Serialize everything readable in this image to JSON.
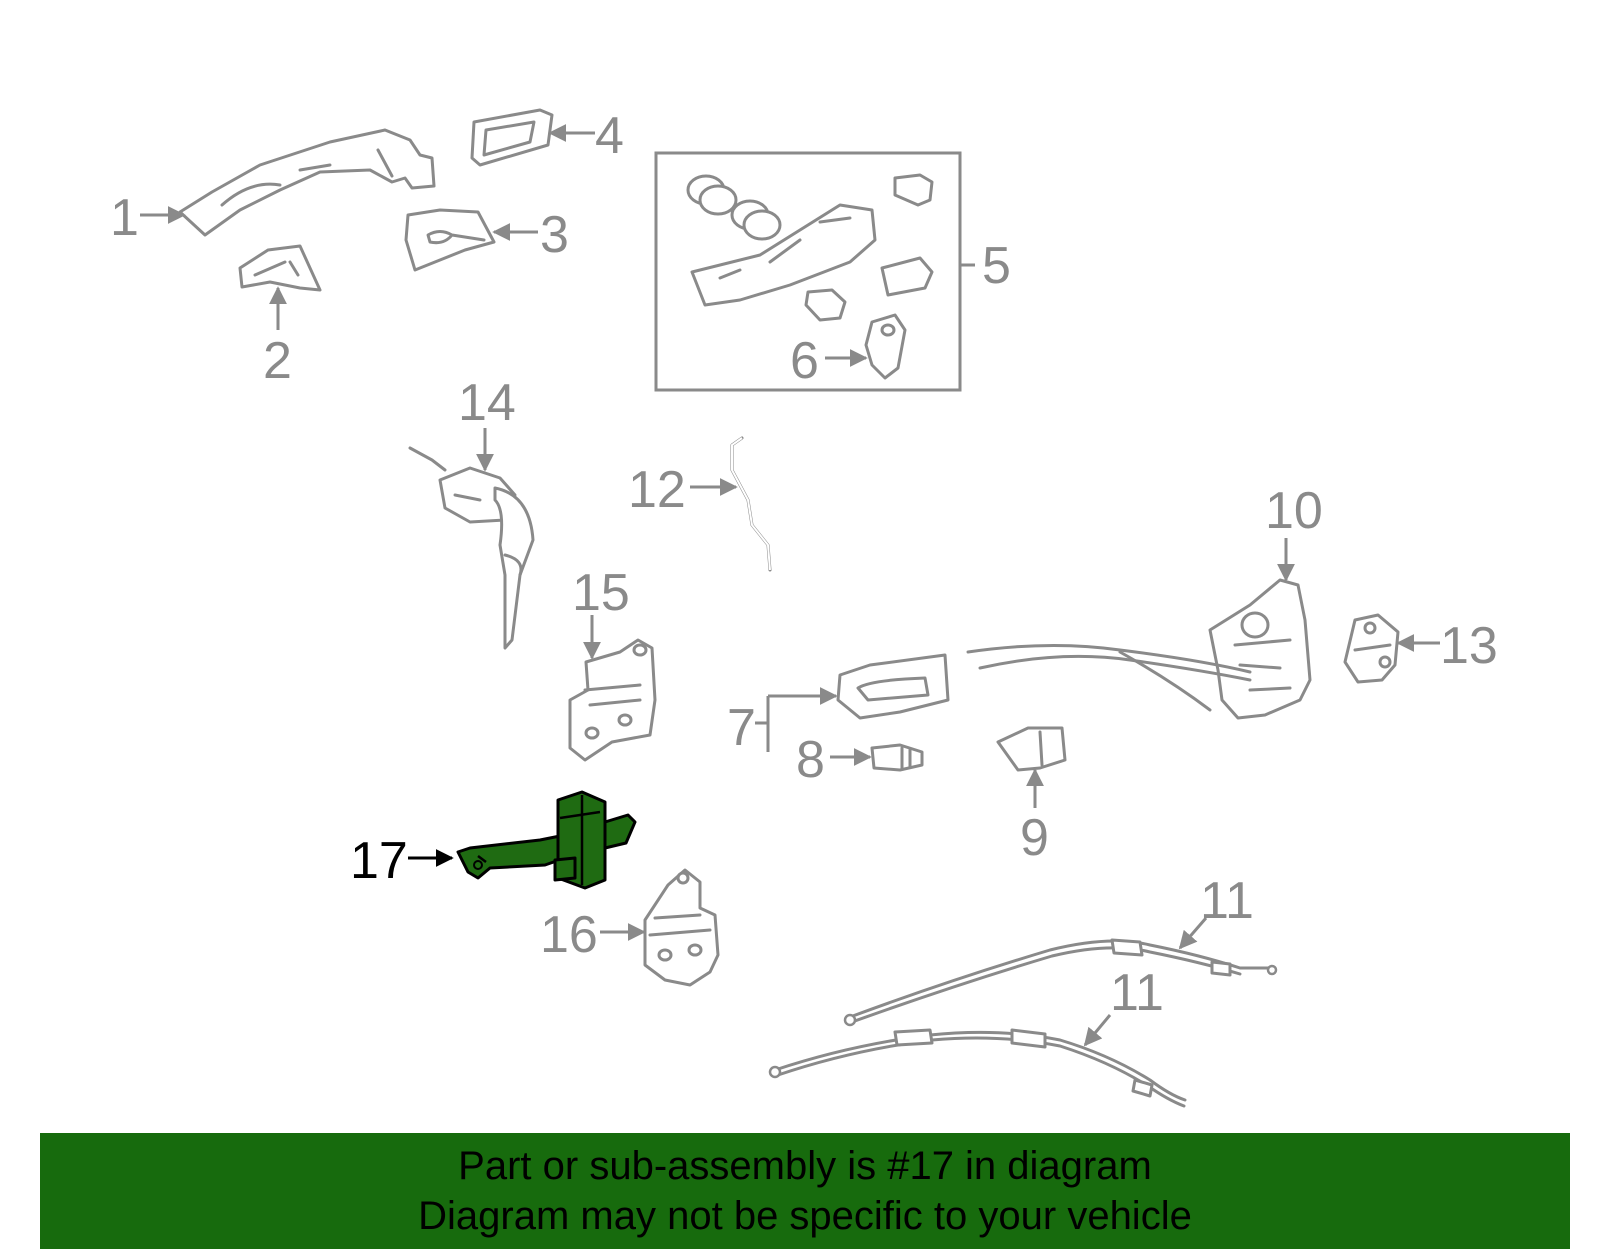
{
  "diagram": {
    "highlight_color": "#1f6b12",
    "callouts": {
      "c1": "1",
      "c2": "2",
      "c3": "3",
      "c4": "4",
      "c5": "5",
      "c6": "6",
      "c7": "7",
      "c8": "8",
      "c9": "9",
      "c10": "10",
      "c11a": "11",
      "c11b": "11",
      "c12": "12",
      "c13": "13",
      "c14": "14",
      "c15": "15",
      "c16": "16",
      "c17": "17"
    }
  },
  "banner": {
    "line1": "Part or sub-assembly is #17 in diagram",
    "line2": "Diagram may not be specific to your vehicle",
    "background": "#176b0d"
  }
}
